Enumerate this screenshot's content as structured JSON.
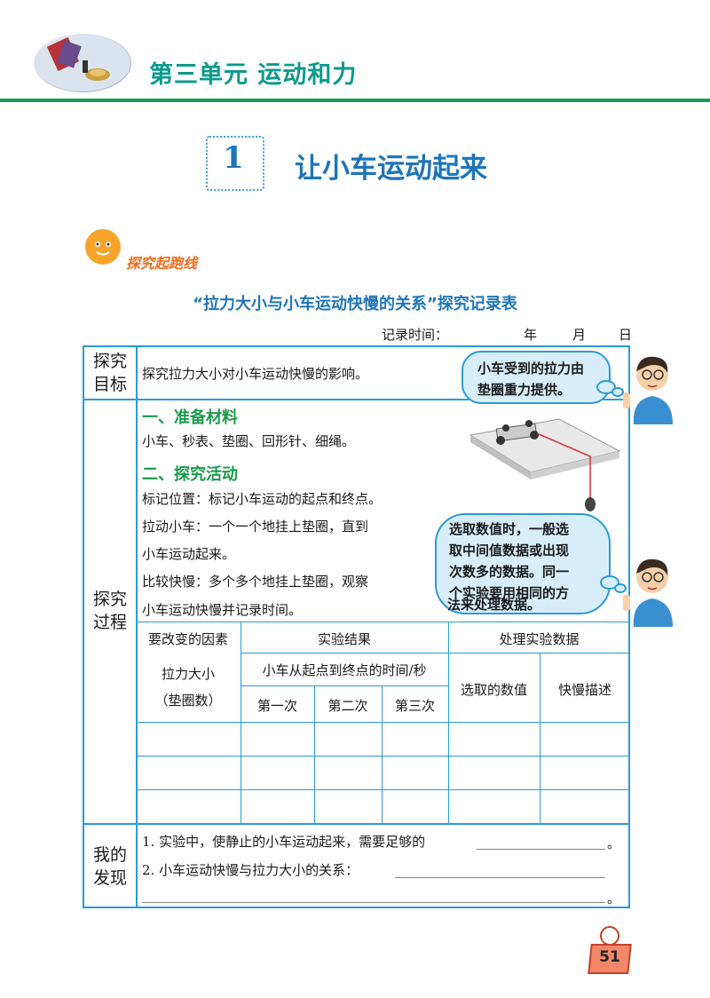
{
  "header": {
    "unit_title": "第三单元 运动和力"
  },
  "lesson": {
    "number": "1",
    "title": "让小车运动起来"
  },
  "section_tag": "探究起跑线",
  "table_title": "“拉力大小与小车运动快慢的关系”探究记录表",
  "record_time": {
    "label": "记录时间：",
    "year": "年",
    "month": "月",
    "day": "日"
  },
  "goal": {
    "head_1": "探究",
    "head_2": "目标",
    "text": "探究拉力大小对小车运动快慢的影响。"
  },
  "process": {
    "head_1": "探究",
    "head_2": "过程",
    "materials_title": "一、准备材料",
    "materials": "小车、秒表、垫圈、回形针、细绳。",
    "activity_title": "二、探究活动",
    "lines": [
      "标记位置：标记小车运动的起点和终点。",
      "拉动小车：一个一个地挂上垫圈，直到",
      "小车运动起来。",
      "比较快慢：多个多个地挂上垫圈，观察",
      "小车运动快慢并记录时间。"
    ]
  },
  "bubbles": {
    "top_1": "小车受到的拉力由",
    "top_2": "垫圈重力提供。",
    "mid": [
      "选取数值时，一般选",
      "取中间值数据或出现",
      "次数多的数据。同一",
      "个实验要用相同的方",
      "法来处理数据。"
    ]
  },
  "data_table": {
    "col_change": "要改变的因素",
    "col_result": "实验结果",
    "col_process": "处理实验数据",
    "force_1": "拉力大小",
    "force_2": "（垫圈数）",
    "time_header": "小车从起点到终点的时间/秒",
    "trial_1": "第一次",
    "trial_2": "第二次",
    "trial_3": "第三次",
    "selected": "选取的数值",
    "speed": "快慢描述"
  },
  "findings": {
    "head_1": "我的",
    "head_2": "发现",
    "q1": "1.  实验中，使静止的小车运动起来，需要足够的",
    "q1_end": "。",
    "q2": "2.  小车运动快慢与拉力大小的关系：",
    "q2_end": "。"
  },
  "page_number": "51",
  "colors": {
    "frame": "#2a9bd6",
    "title_blue": "#1f75b8",
    "green": "#1a9b4a",
    "orange": "#f26c1a"
  }
}
